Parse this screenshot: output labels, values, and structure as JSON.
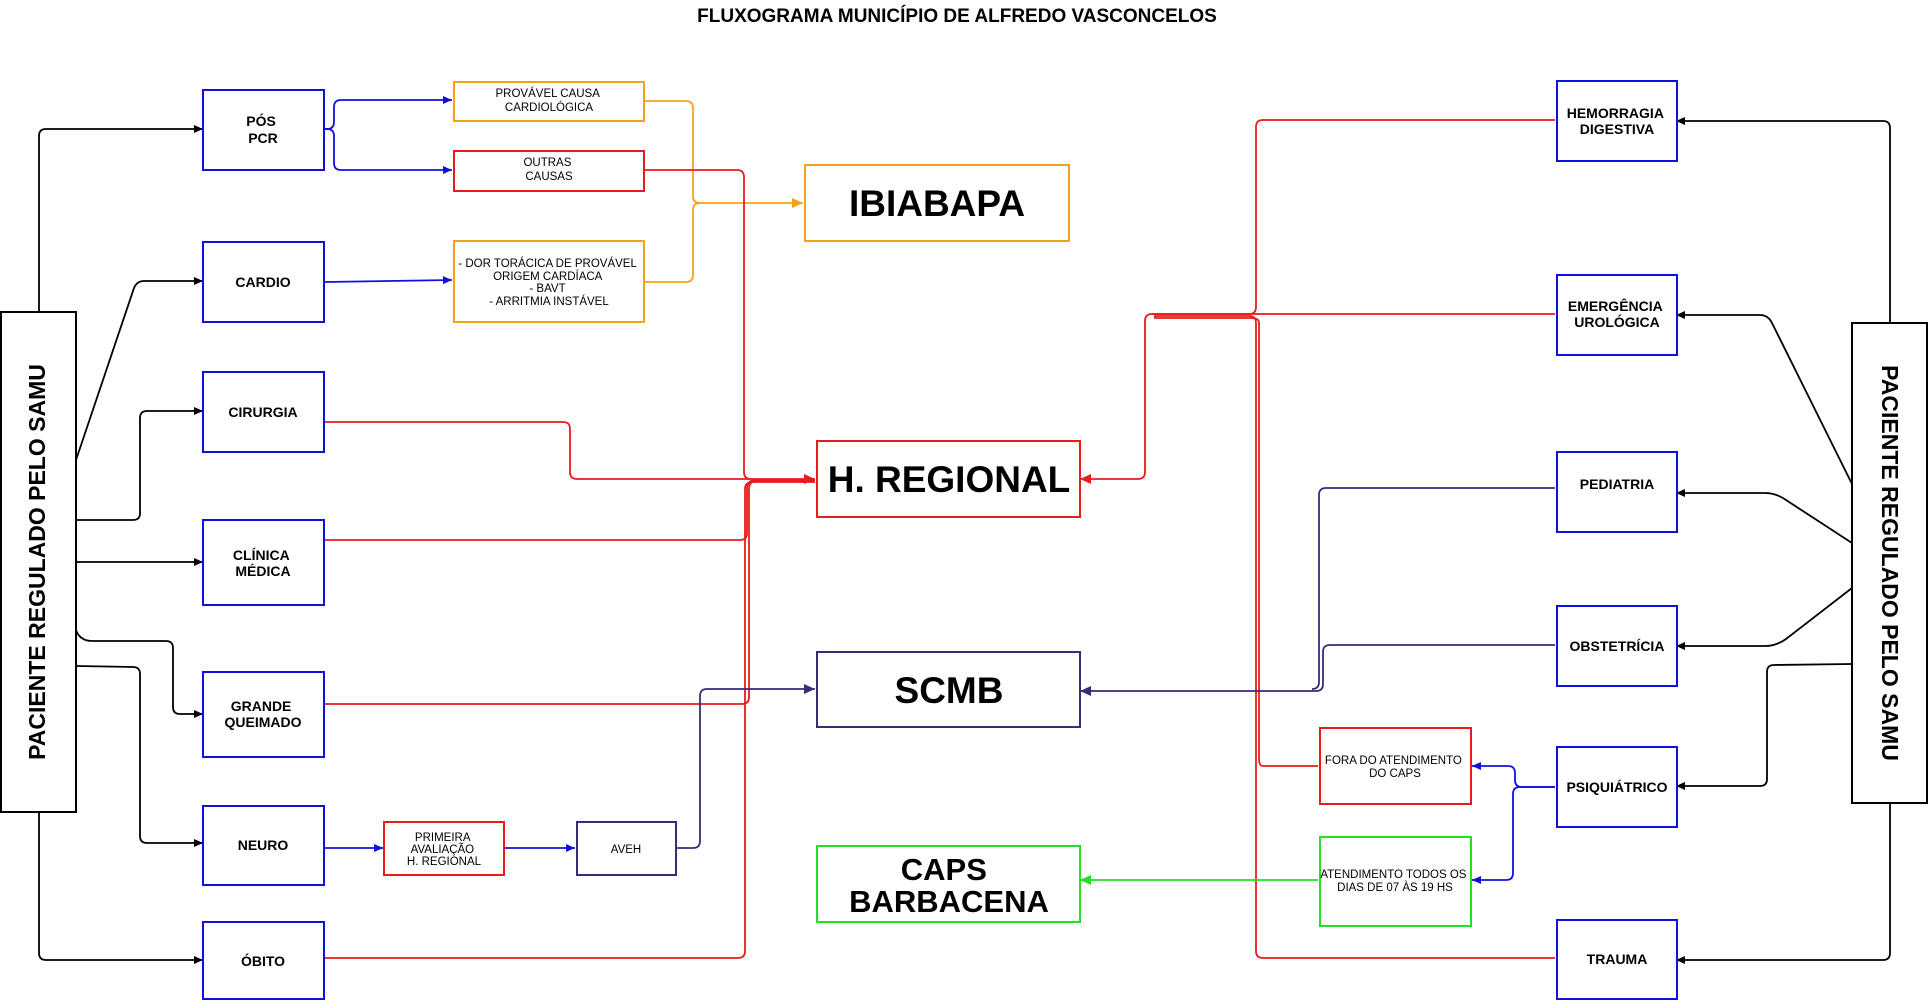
{
  "title": "FLUXOGRAMA MUNICÍPIO DE ALFREDO VASCONCELOS",
  "colors": {
    "black": "#000000",
    "blue": "#1010e0",
    "red": "#e81c1c",
    "orange": "#f5a21b",
    "purple": "#3a2a78",
    "green": "#22e022"
  },
  "left_side": {
    "label": "PACIENTE REGULADO PELO SAMU",
    "nodes": [
      {
        "id": "pos-pcr",
        "lines": [
          "PÓS",
          "PCR"
        ]
      },
      {
        "id": "cardio",
        "lines": [
          "CARDIO"
        ]
      },
      {
        "id": "cirurgia",
        "lines": [
          "CIRURGIA"
        ]
      },
      {
        "id": "clinica-medica",
        "lines": [
          "CLÍNICA",
          "MÉDICA"
        ]
      },
      {
        "id": "grande-queimado",
        "lines": [
          "GRANDE",
          "QUEIMADO"
        ]
      },
      {
        "id": "neuro",
        "lines": [
          "NEURO"
        ]
      },
      {
        "id": "obito",
        "lines": [
          "ÓBITO"
        ]
      }
    ],
    "sub_nodes": [
      {
        "id": "provavel-causa",
        "lines": [
          "PROVÁVEL CAUSA",
          "CARDIOLÓGICA"
        ]
      },
      {
        "id": "outras-causas",
        "lines": [
          "OUTRAS",
          "CAUSAS"
        ]
      },
      {
        "id": "dor-toracica",
        "lines": [
          "- DOR TORÁCICA  DE PROVÁVEL",
          "ORIGEM  CARDÍACA",
          "- BAVT",
          "- ARRITMIA  INSTÁVEL"
        ]
      },
      {
        "id": "primeira-avaliacao",
        "lines": [
          "PRIMEIRA",
          "AVALIAÇÃO",
          "H. REGIONAL"
        ]
      },
      {
        "id": "aveh",
        "lines": [
          "AVEH"
        ]
      }
    ]
  },
  "destinations": [
    {
      "id": "ibiabapa",
      "lines": [
        "IBIABAPA"
      ]
    },
    {
      "id": "h-regional",
      "lines": [
        "H. REGIONAL"
      ]
    },
    {
      "id": "scmb",
      "lines": [
        "SCMB"
      ]
    },
    {
      "id": "caps-barbacena",
      "lines": [
        "CAPS",
        "BARBACENA"
      ]
    }
  ],
  "right_side": {
    "label": "PACIENTE REGULADO PELO SAMU",
    "nodes": [
      {
        "id": "hemorragia-digestiva",
        "lines": [
          "HEMORRAGIA",
          "DIGESTIVA"
        ]
      },
      {
        "id": "emergencia-urologica",
        "lines": [
          "EMERGÊNCIA",
          "UROLÓGICA"
        ]
      },
      {
        "id": "pediatria",
        "lines": [
          "PEDIATRIA"
        ]
      },
      {
        "id": "obstetricia",
        "lines": [
          "OBSTETRÍCIA"
        ]
      },
      {
        "id": "psiquiatrico",
        "lines": [
          "PSIQUIÁTRICO"
        ]
      },
      {
        "id": "trauma",
        "lines": [
          "TRAUMA"
        ]
      }
    ],
    "sub_nodes": [
      {
        "id": "fora-atendimento",
        "lines": [
          "FORA DO ATENDIMENTO",
          "DO CAPS"
        ]
      },
      {
        "id": "atendimento-todos",
        "lines": [
          "ATENDIMENTO TODOS OS",
          "DIAS DE 07 ÀS  19 HS"
        ]
      }
    ]
  }
}
